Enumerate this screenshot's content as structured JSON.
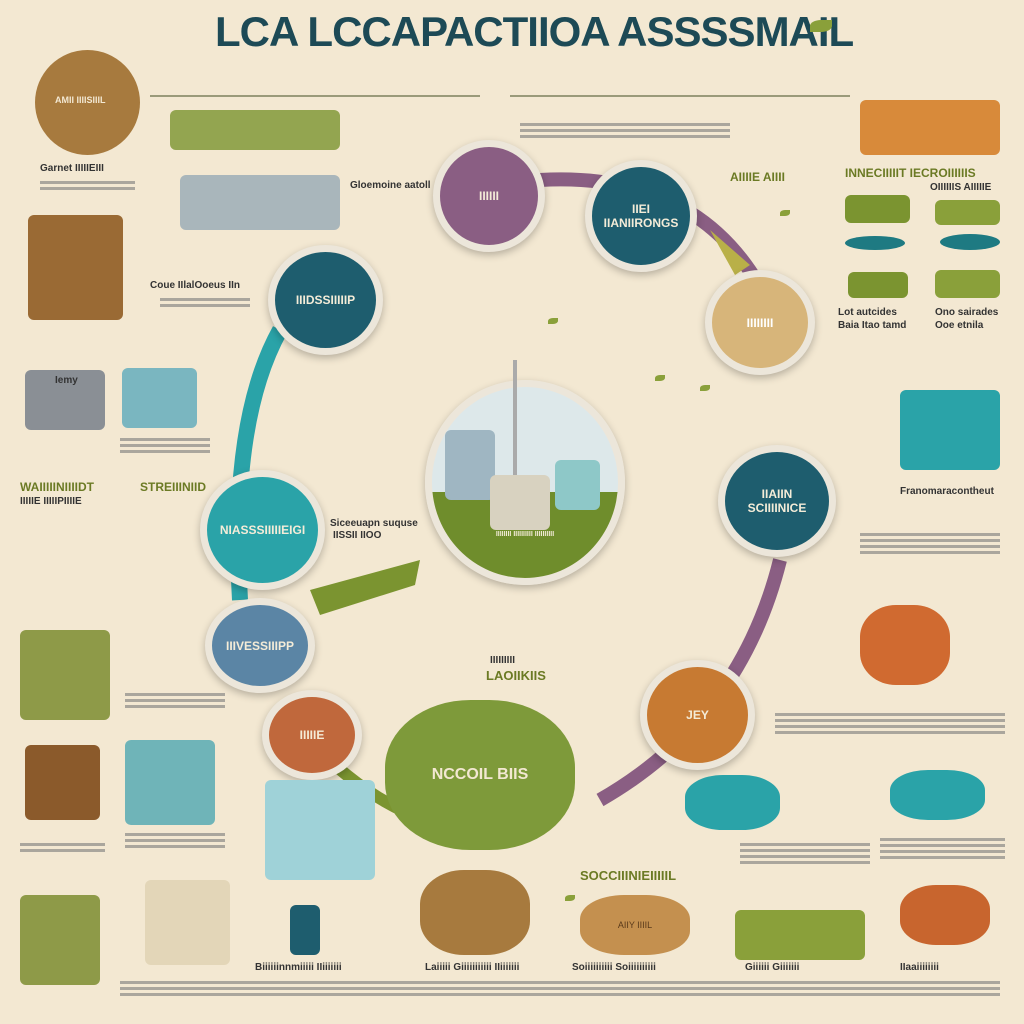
{
  "title": "LCA LCCAPACTIIOA ASSSSMAIL",
  "colors": {
    "background": "#f3e8d2",
    "teal_dark": "#1e5d6e",
    "teal": "#2aa3a8",
    "olive": "#7b9430",
    "purple": "#8a5e83",
    "orange": "#c77a32",
    "tan": "#d7b57a",
    "blue": "#5b85a5"
  },
  "circles": {
    "top_left": "IIIDSSIIIIIP",
    "top_purple": "IIIIII",
    "top_teal": "IIEI IIANIIRONGS",
    "tan": "IIIIIIII",
    "right_teal": "IIAIIN SCIIIINICE",
    "left_teal": "NIASSSIIIIIEIGI",
    "blue": "IIIVESSIIIPP",
    "orange_red": "IIIIIE",
    "orange": "JEY",
    "center_caption": "IIIIIIII IIIIIIIIII IIIIIIIIII"
  },
  "labels": {
    "center_bottom": "LAOIIKIIS",
    "center_bottom_small": "IIIIIIIII",
    "green_blob": "NCCOIL BIIS",
    "social": "SOCCIIINIEIIIIIL",
    "top_right_a": "AIIIIE AIIII",
    "top_right_b": "INNECIIIIIT IECROIIIIIIS",
    "top_right_b2": "OIIIIIIS AIIIIIE",
    "right_a": "Lot autcides",
    "right_a2": "Baia Itao tamd",
    "right_b": "Ono sairades",
    "right_b2": "Ooe etnila",
    "left_banner": "WAIIIIINIIIIDT",
    "left_banner2": "STREIIINIID",
    "left_banner3": "IIIIIE IIIIIPIIIIE",
    "left_mid": "Coue IIlalOoeus IIn",
    "left_iemy": "Iemy",
    "top_left_caption": "Garnet IIIIIEIII",
    "top_center_caption": "Gloemoine aatoll",
    "mid_note": "Siceeuapn suquse",
    "mid_note2": "IISSII IIOO",
    "right_mid": "Franomaracontheut",
    "bag_text": "AIIY IIIIL",
    "box_text": "AMII IIIISIIIL",
    "bottom_captions": [
      "Biiiiiinnmiiiii IIiiiiiii",
      "Laiiiii Giiiiiiiiiii IIiiiiiii",
      "Soiiiiiiiiii Soiiiiiiiiii",
      "Giiiiii Giiiiiii",
      "IIaaiiiiiiii"
    ]
  }
}
